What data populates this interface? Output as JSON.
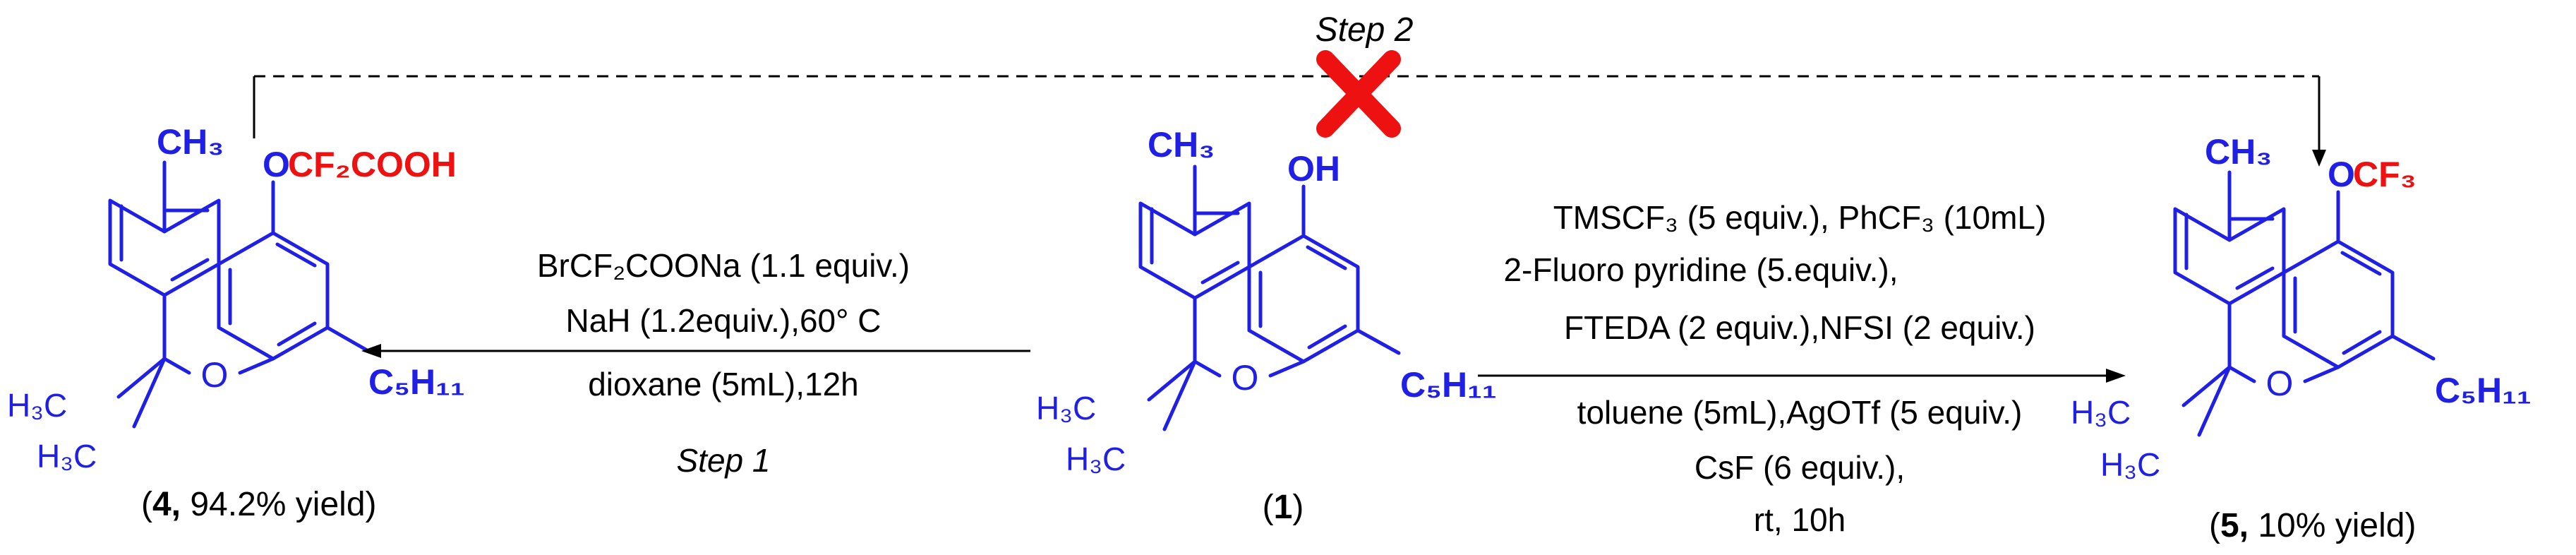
{
  "colors": {
    "structure": "#1f1fe6",
    "highlight": "#ee1111",
    "text": "#000000",
    "cross": "#ee1111"
  },
  "step2": {
    "label": "Step 2",
    "status_icon": "red-cross-icon"
  },
  "compound_4": {
    "methyl": "CH₃",
    "group_prefix": "O",
    "group": "CF₂COOH",
    "gem_methyl_upper": "H₃C",
    "gem_methyl_lower": "H₃C",
    "ring_oxygen": "O",
    "pentyl": "C₅H₁₁",
    "caption_open": "(",
    "caption_number": "4,",
    "caption_rest": " 94.2% yield)"
  },
  "compound_1": {
    "methyl": "CH₃",
    "hydroxyl": "OH",
    "gem_methyl_upper": "H₃C",
    "gem_methyl_lower": "H₃C",
    "ring_oxygen": "O",
    "pentyl": "C₅H₁₁",
    "caption_open": "(",
    "caption_number": "1",
    "caption_close": ")"
  },
  "compound_5": {
    "methyl": "CH₃",
    "group_prefix": "O",
    "group": "CF₃",
    "gem_methyl_upper": "H₃C",
    "gem_methyl_lower": "H₃C",
    "ring_oxygen": "O",
    "pentyl": "C₅H₁₁",
    "caption_open": "(",
    "caption_number": "5,",
    "caption_rest": " 10% yield)"
  },
  "step1": {
    "above": [
      "BrCF₂COONa (1.1 equiv.)",
      "NaH (1.2equiv.),60° C"
    ],
    "below": [
      "dioxane (5mL),12h"
    ],
    "label": "Step 1"
  },
  "step3": {
    "above": [
      "TMSCF₃ (5 equiv.), PhCF₃ (10mL)",
      "2-Fluoro pyridine (5.equiv.),",
      "FTEDA (2 equiv.),NFSI (2 equiv.)"
    ],
    "below": [
      "toluene (5mL),AgOTf (5 equiv.)",
      "CsF (6 equiv.),",
      "rt, 10h"
    ]
  }
}
